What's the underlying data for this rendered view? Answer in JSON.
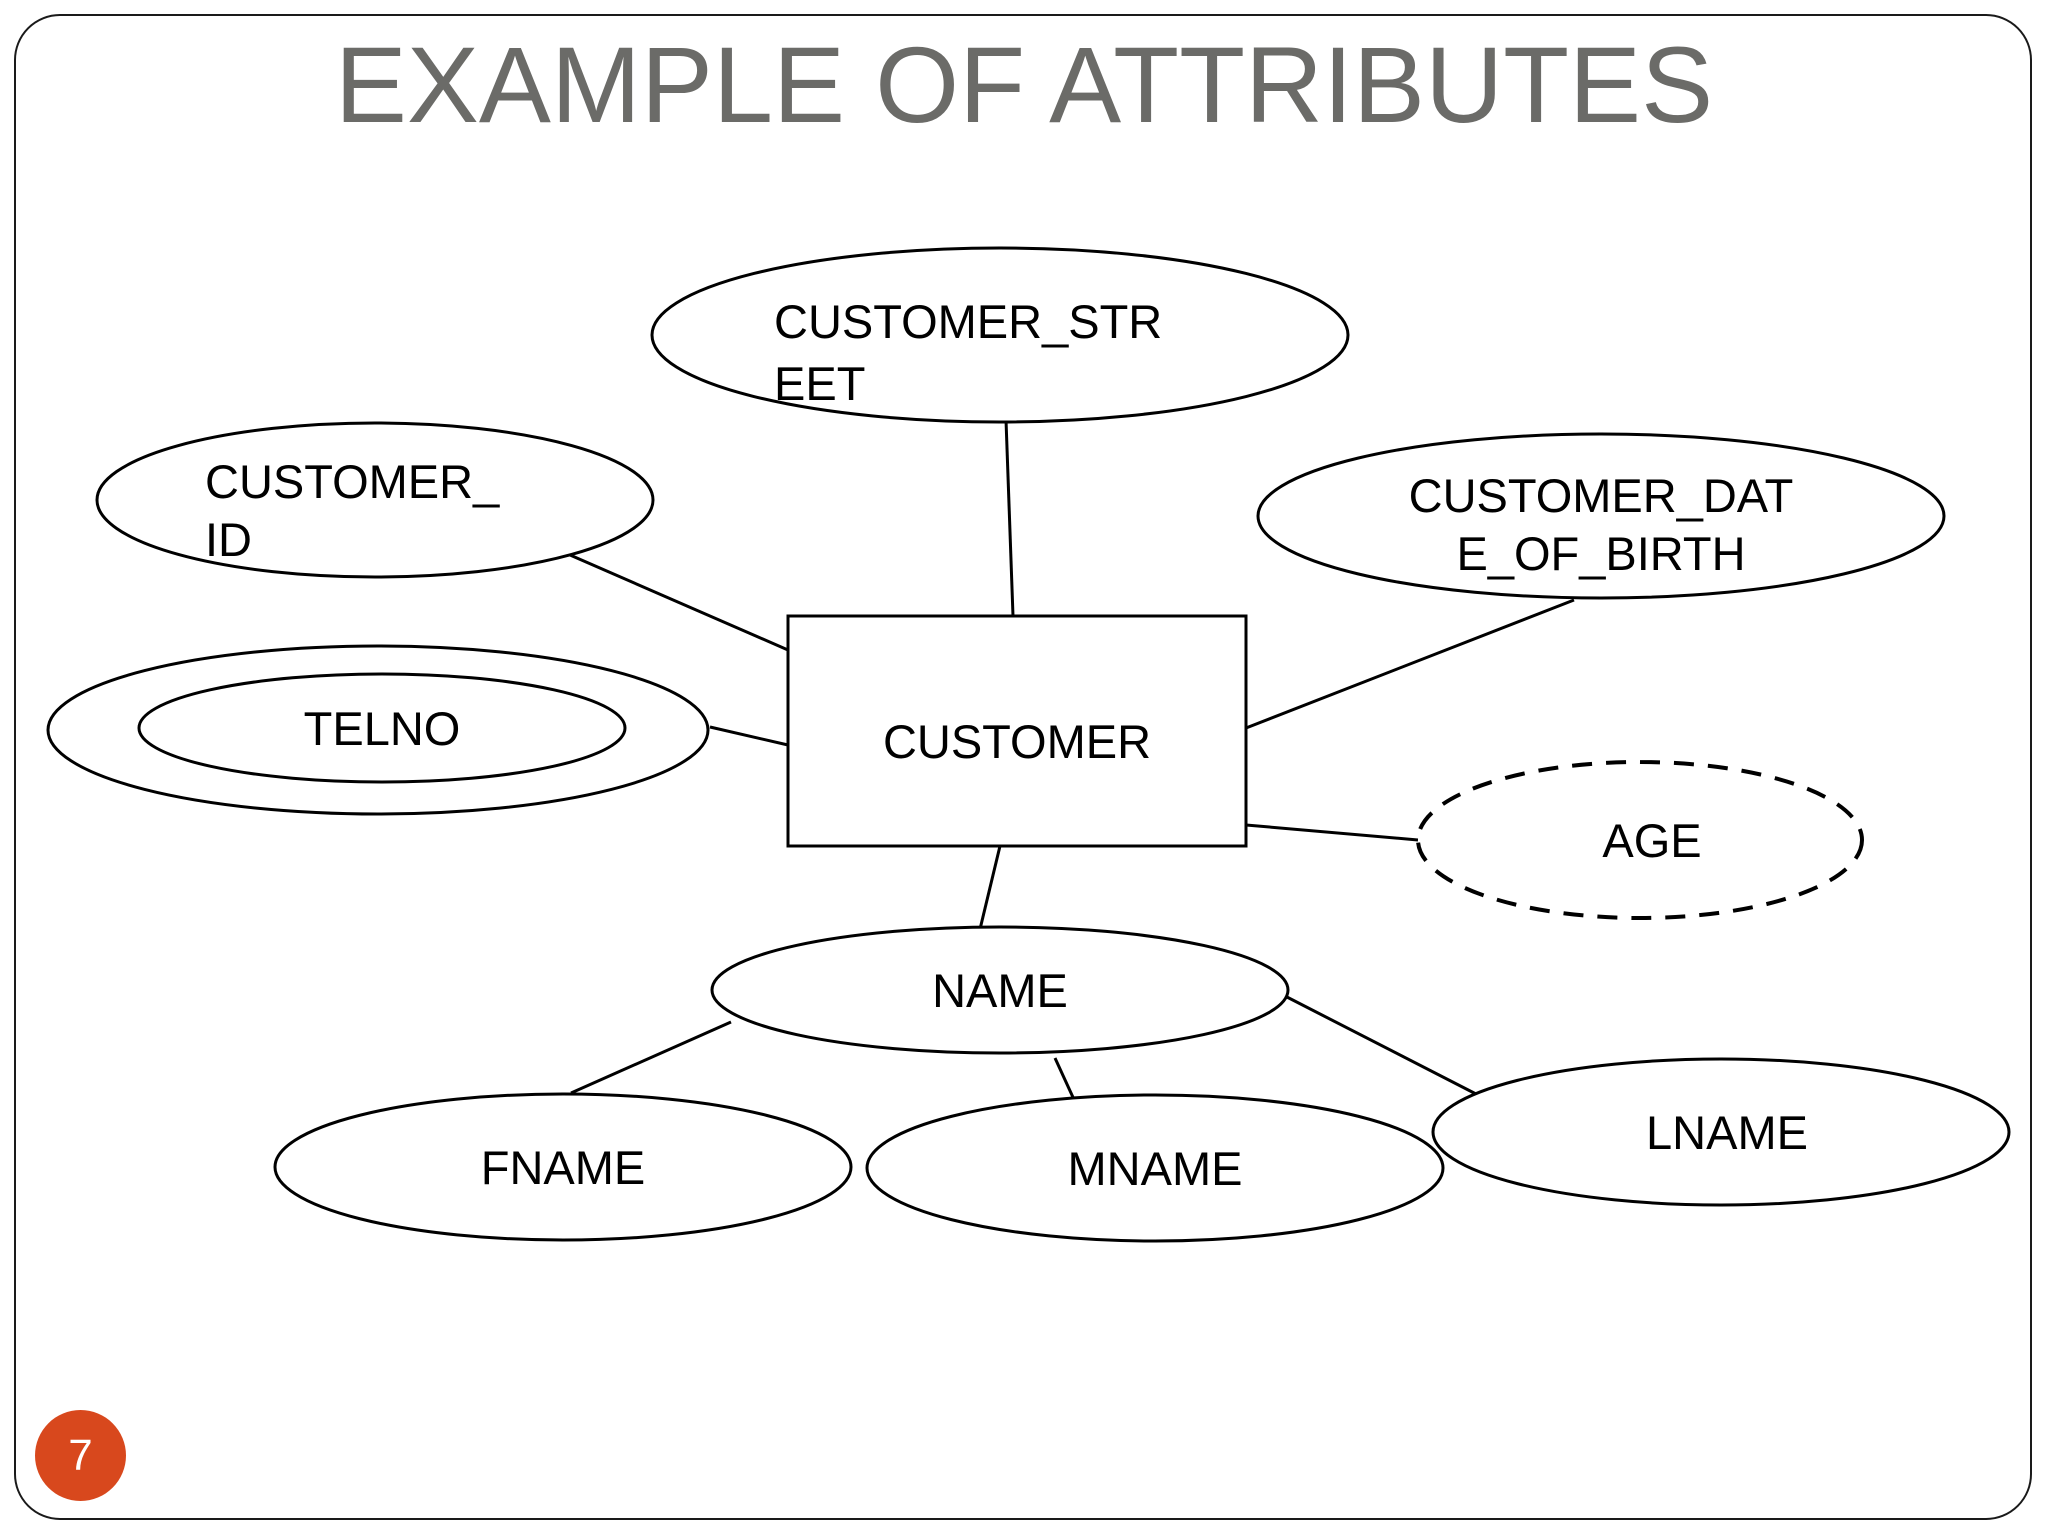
{
  "slide": {
    "title": "EXAMPLE OF ATTRIBUTES",
    "number": "7",
    "title_color": "#6b6b68",
    "badge_color": "#d8481d",
    "badge_text_color": "#ffffff",
    "shape_stroke_color": "#000000",
    "shape_fill_color": "#ffffff",
    "background_color": "#ffffff"
  },
  "diagram": {
    "type": "er-diagram",
    "entity": {
      "name": "CUSTOMER",
      "shape": "rectangle"
    },
    "attributes": [
      {
        "id": "customer-street",
        "name": "CUSTOMER_STREET",
        "line1": "CUSTOMER_STR",
        "line2": "EET",
        "shape": "ellipse",
        "kind": "simple",
        "text_align": "left"
      },
      {
        "id": "customer-id",
        "name": "CUSTOMER_ID",
        "line1": "CUSTOMER_",
        "line2": "ID",
        "shape": "ellipse",
        "kind": "key",
        "text_align": "left"
      },
      {
        "id": "customer-date-of-birth",
        "name": "CUSTOMER_DATE_OF_BIRTH",
        "line1": "CUSTOMER_DAT",
        "line2": "E_OF_BIRTH",
        "shape": "ellipse",
        "kind": "simple",
        "text_align": "center"
      },
      {
        "id": "telno",
        "name": "TELNO",
        "line1": "TELNO",
        "line2": "",
        "shape": "double-ellipse",
        "kind": "multivalued",
        "text_align": "center"
      },
      {
        "id": "age",
        "name": "AGE",
        "line1": "AGE",
        "line2": "",
        "shape": "dashed-ellipse",
        "kind": "derived",
        "text_align": "center"
      },
      {
        "id": "name",
        "name": "NAME",
        "line1": "NAME",
        "line2": "",
        "shape": "ellipse",
        "kind": "composite",
        "text_align": "center"
      },
      {
        "id": "fname",
        "name": "FNAME",
        "line1": "FNAME",
        "line2": "",
        "shape": "ellipse",
        "kind": "simple",
        "text_align": "center"
      },
      {
        "id": "mname",
        "name": "MNAME",
        "line1": "MNAME",
        "line2": "",
        "shape": "ellipse",
        "kind": "simple",
        "text_align": "center"
      },
      {
        "id": "lname",
        "name": "LNAME",
        "line1": "LNAME",
        "line2": "",
        "shape": "ellipse",
        "kind": "simple",
        "text_align": "center"
      }
    ],
    "connections": [
      {
        "from": "customer-street",
        "to": "CUSTOMER"
      },
      {
        "from": "customer-id",
        "to": "CUSTOMER"
      },
      {
        "from": "customer-date-of-birth",
        "to": "CUSTOMER"
      },
      {
        "from": "telno",
        "to": "CUSTOMER"
      },
      {
        "from": "age",
        "to": "CUSTOMER"
      },
      {
        "from": "name",
        "to": "CUSTOMER"
      },
      {
        "from": "fname",
        "to": "name"
      },
      {
        "from": "mname",
        "to": "name"
      },
      {
        "from": "lname",
        "to": "name"
      }
    ]
  }
}
